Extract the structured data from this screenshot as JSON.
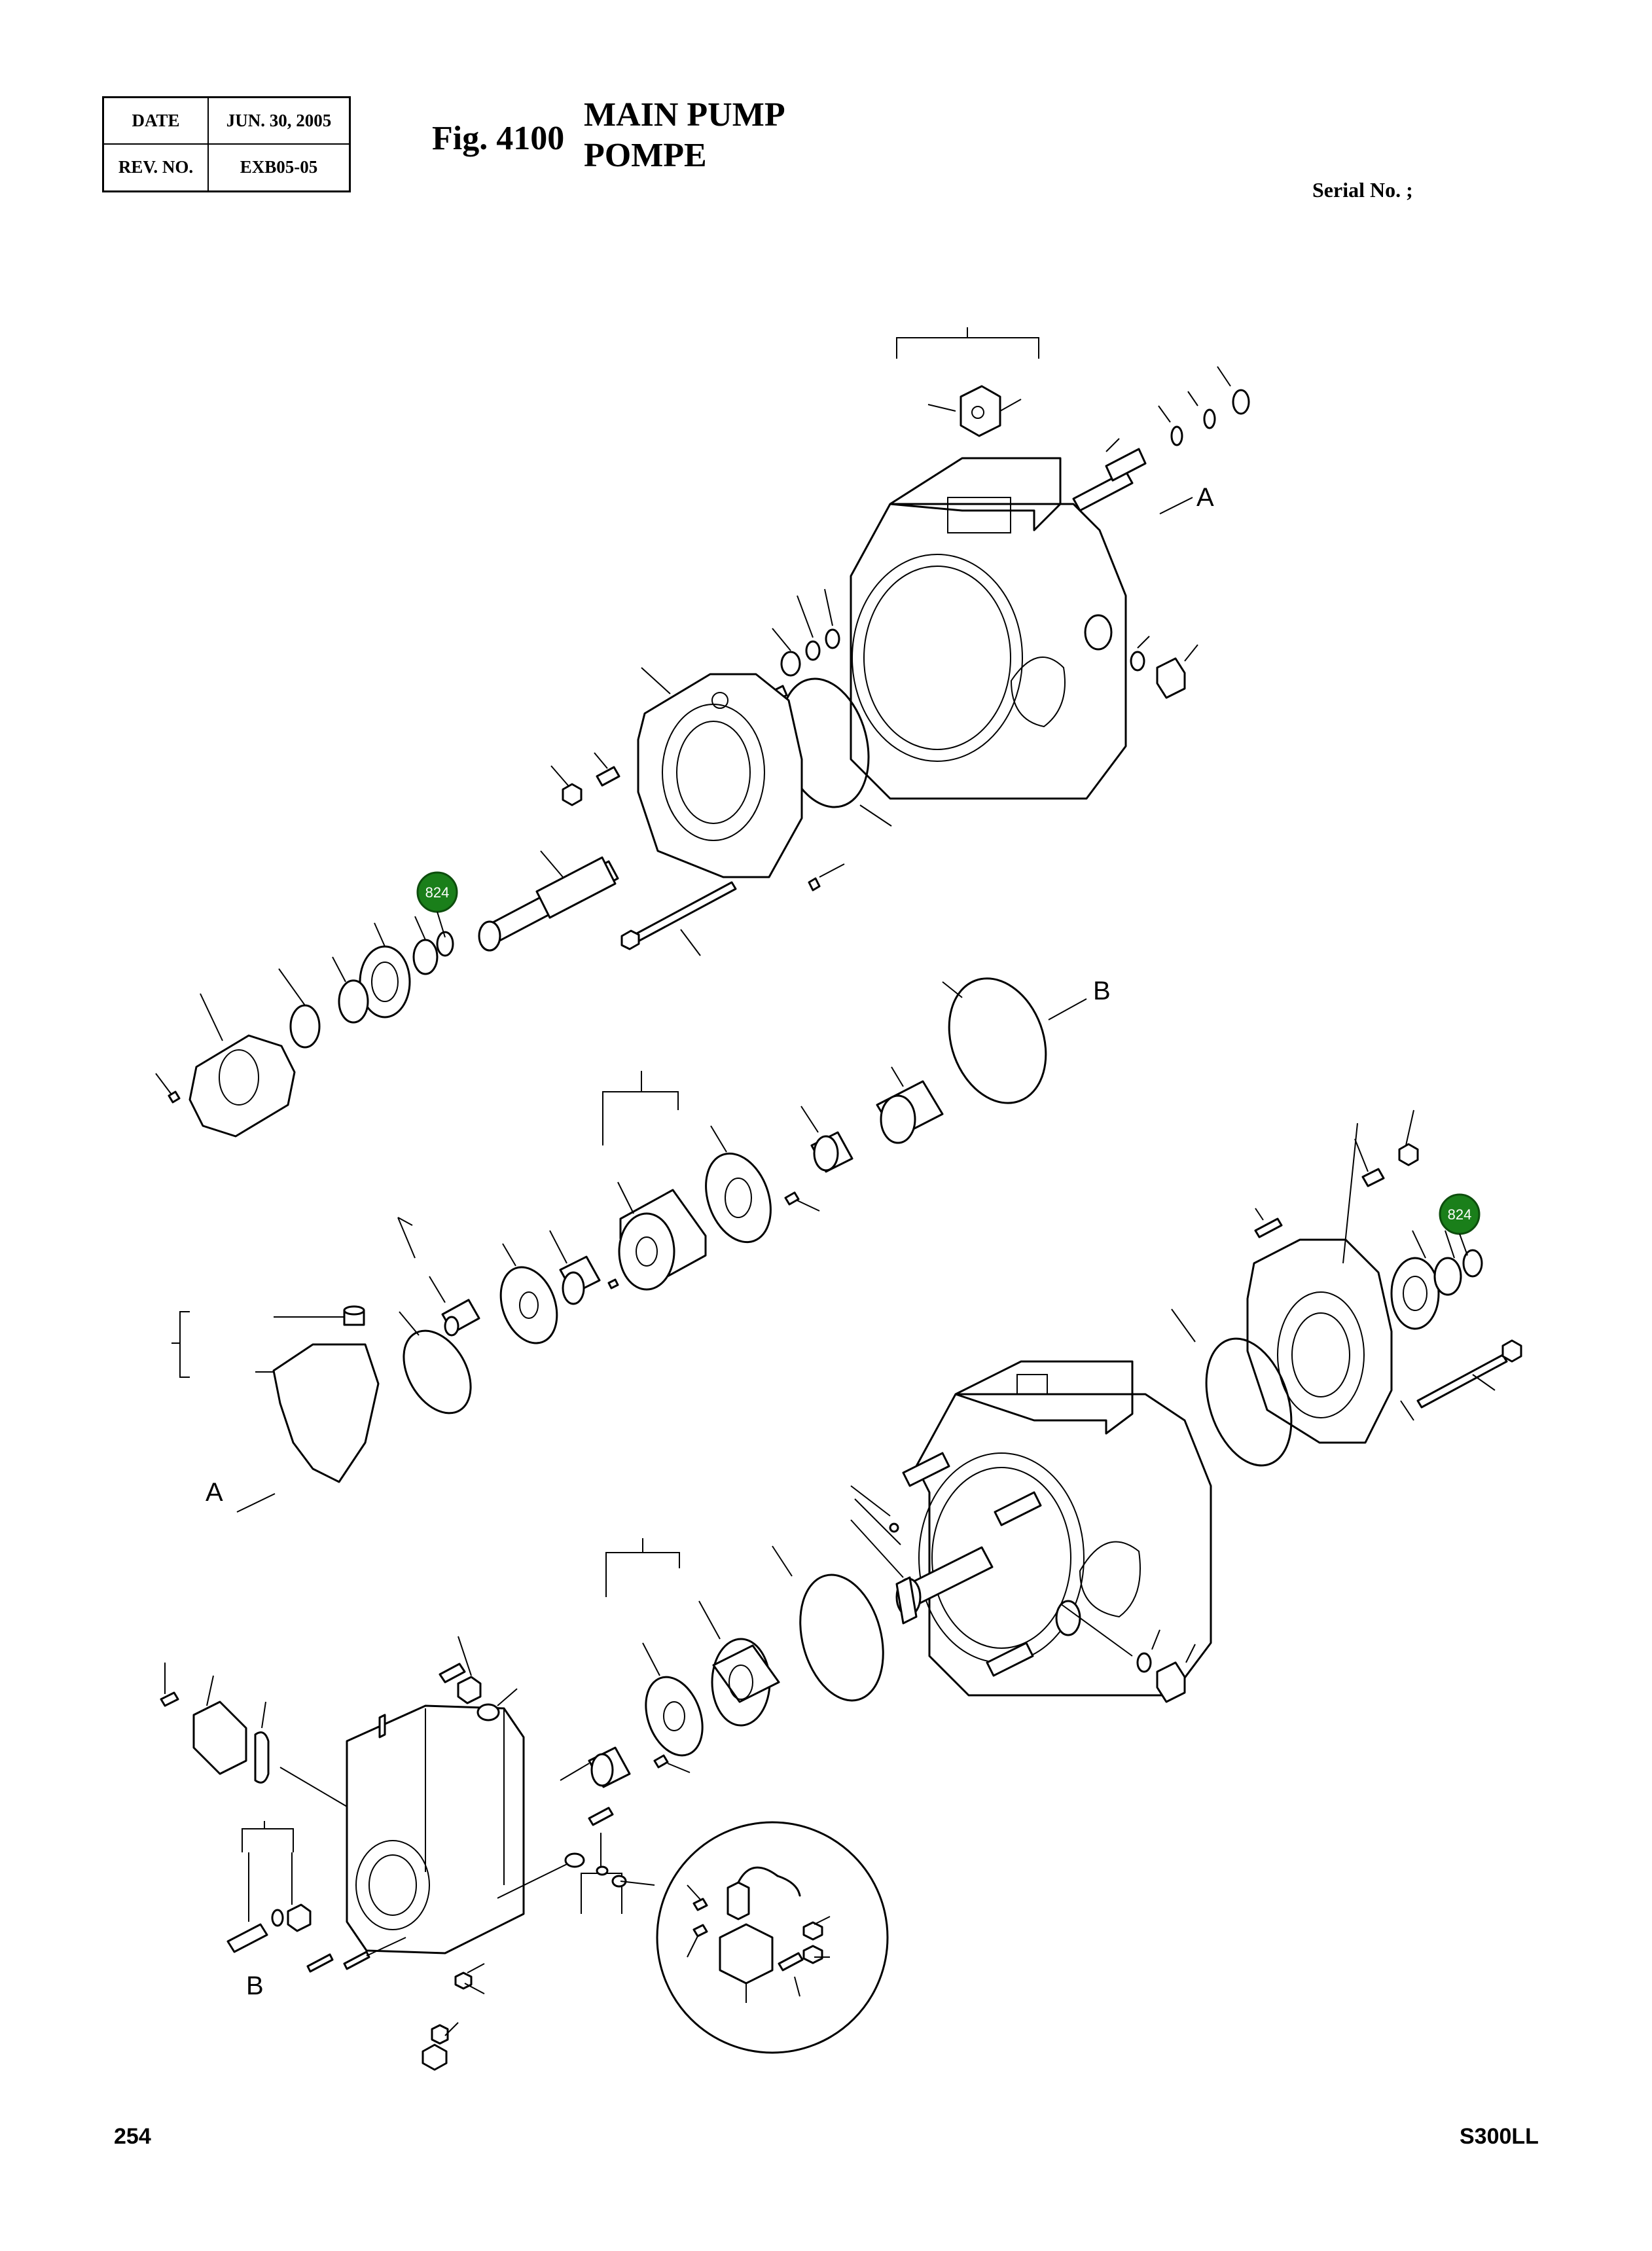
{
  "header": {
    "date_key": "DATE",
    "date_value": "JUN. 30, 2005",
    "rev_key": "REV. NO.",
    "rev_value": "EXB05-05",
    "fig_label": "Fig. 4100",
    "title_en": "MAIN PUMP",
    "title_fr": "POMPE",
    "serial": "Serial No. ;"
  },
  "callouts": {
    "a_upper": "A",
    "b_upper": "B",
    "a_lower": "A",
    "b_lower": "B"
  },
  "badges": [
    {
      "id": "badge-1",
      "label": "824",
      "color": "#1a7f1a"
    },
    {
      "id": "badge-2",
      "label": "824",
      "color": "#1a7f1a"
    }
  ],
  "footer": {
    "page_number": "254",
    "model": "S300LL"
  }
}
